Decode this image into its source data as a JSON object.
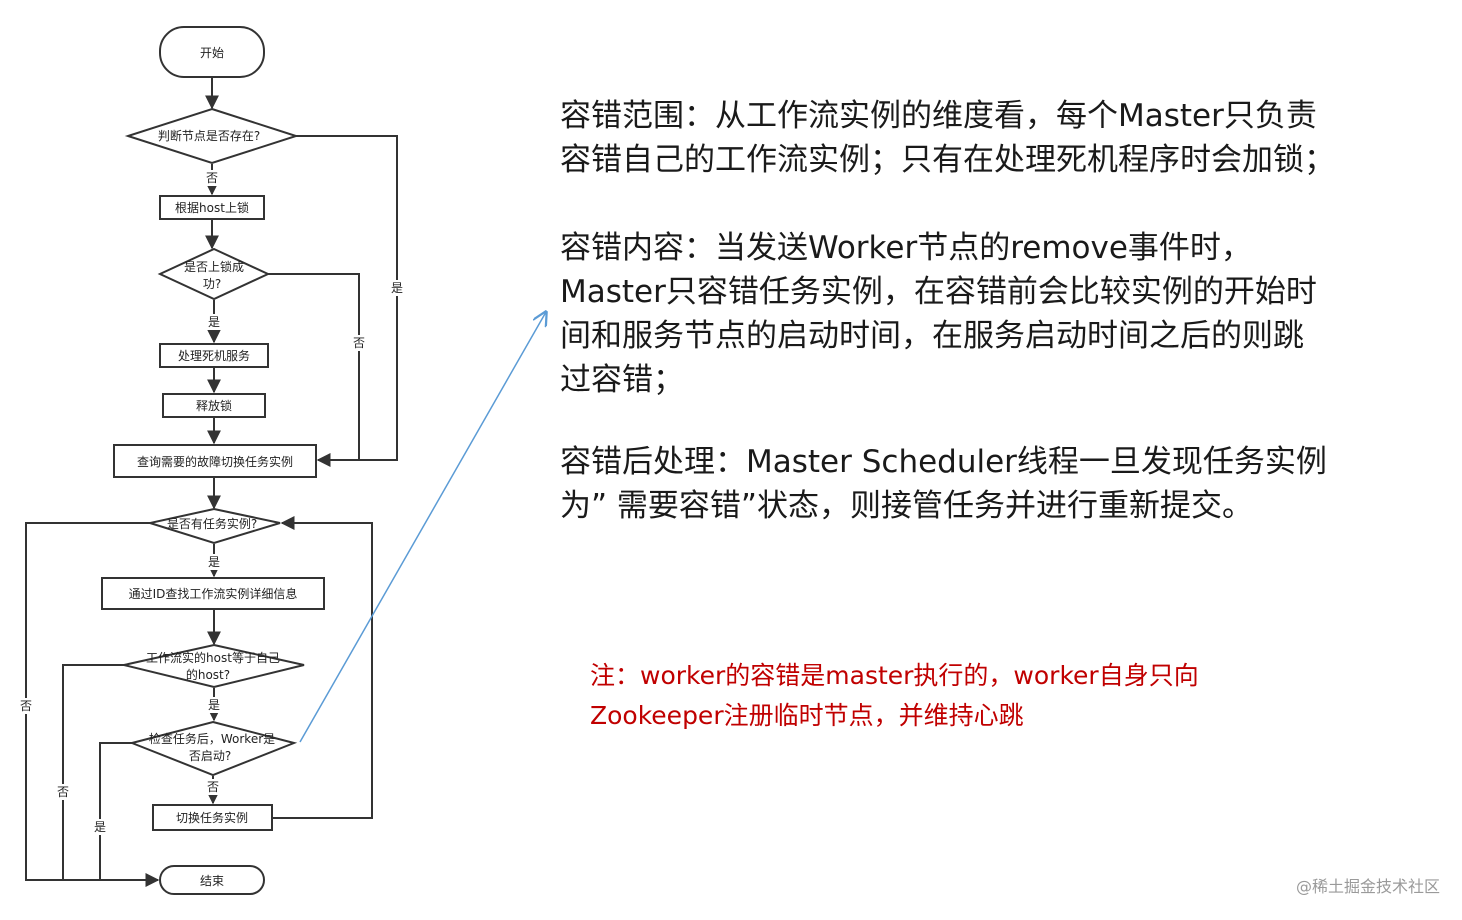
{
  "flowchart": {
    "start": "开始",
    "node_exists": "判断节点是否存在?",
    "lock_by_host": "根据host上锁",
    "lock_success": [
      "是否上锁成",
      "功?"
    ],
    "process_dead": "处理死机服务",
    "release_lock": "释放锁",
    "query_instances": "查询需要的故障切换任务实例",
    "has_instance": "是否有任务实例?",
    "find_by_id": "通过ID查找工作流实例详细信息",
    "host_equals": [
      "工作流实的host等于自己",
      "的host?"
    ],
    "worker_started": [
      "检查任务后，Worker是",
      "否启动?"
    ],
    "switch_instance": "切换任务实例",
    "end": "结束",
    "yes": "是",
    "no": "否"
  },
  "paragraphs": [
    "容错范围：从工作流实例的维度看，每个Master只负责\n容错自己的工作流实例；只有在处理死机程序时会加锁；",
    "容错内容：当发送Worker节点的remove事件时，\nMaster只容错任务实例，在容错前会比较实例的开始时\n间和服务节点的启动时间，在服务启动时间之后的则跳\n过容错；",
    "容错后处理：Master Scheduler线程一旦发现任务实例\n为” 需要容错”状态，则接管任务并进行重新提交。"
  ],
  "note": "注：worker的容错是master执行的，worker自身只向\nZookeeper注册临时节点，并维持心跳",
  "watermark": "@稀土掘金技术社区",
  "colors": {
    "line": "#333333",
    "connector": "#5b9bd5",
    "note": "#c00000",
    "text": "#1a1a1a"
  }
}
